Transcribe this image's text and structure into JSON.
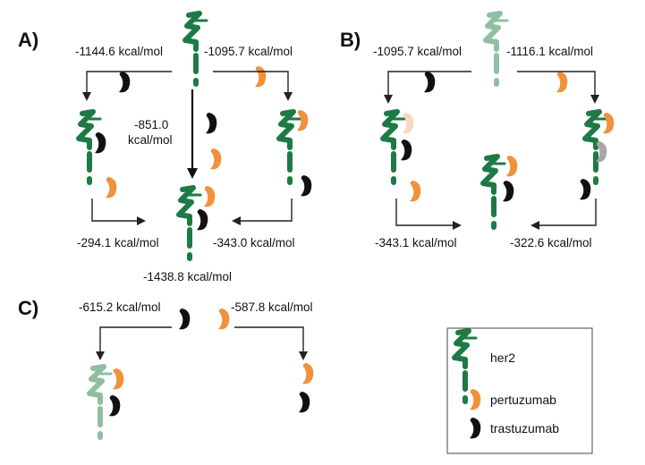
{
  "panels": {
    "a": {
      "label": "A)",
      "energy_left": "-1144.6 kcal/mol",
      "energy_right": "-1095.7 kcal/mol",
      "energy_center_line1": "-851.0",
      "energy_center_line2": "kcal/mol",
      "energy_bottom_left": "-294.1 kcal/mol",
      "energy_bottom_right": "-343.0 kcal/mol",
      "energy_total": "-1438.8 kcal/mol"
    },
    "b": {
      "label": "B)",
      "energy_left": "-1095.7 kcal/mol",
      "energy_right": "-1116.1 kcal/mol",
      "energy_bottom_left": "-343.1 kcal/mol",
      "energy_bottom_right": "-322.6 kcal/mol"
    },
    "c": {
      "label": "C)",
      "energy_left": "-615.2 kcal/mol",
      "energy_right": "-587.8 kcal/mol"
    }
  },
  "legend": {
    "items": [
      {
        "label": "her2",
        "icon": "her2-icon"
      },
      {
        "label": "pertuzumab",
        "icon": "pertuzumab-icon"
      },
      {
        "label": "trastuzumab",
        "icon": "trastuzumab-icon"
      }
    ]
  },
  "colors": {
    "her2": "#1e7a45",
    "her2_light": "#8fbfa0",
    "pertuzumab": "#f0923a",
    "pertuzumab_faded": "#f7d8c0",
    "trastuzumab": "#111111",
    "trastuzumab_grey": "#a8a8a8",
    "arrow": "#222222"
  }
}
